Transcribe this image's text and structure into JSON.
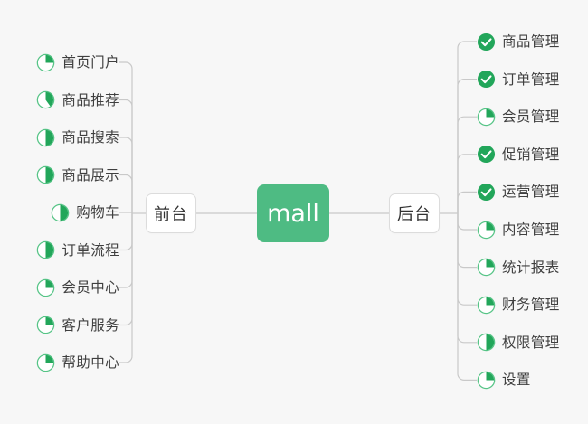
{
  "diagram": {
    "title": "mall",
    "type": "mind-map",
    "background_color": "#f7f7f7",
    "accent_color": "#4ebb83",
    "check_color": "#22a65a",
    "ring_color": "#56c486",
    "connector_color": "#c9c9c9",
    "text_color": "#3f3f3f"
  },
  "root": {
    "label": "mall"
  },
  "branches": {
    "left": {
      "node_label": "前台",
      "items": [
        {
          "label": "首页门户",
          "icon": "pie-quarter-icon",
          "icon_type": "pie",
          "progress": 25
        },
        {
          "label": "商品推荐",
          "icon": "pie-two-fifths-icon",
          "icon_type": "pie",
          "progress": 40
        },
        {
          "label": "商品搜索",
          "icon": "pie-half-icon",
          "icon_type": "pie",
          "progress": 50
        },
        {
          "label": "商品展示",
          "icon": "pie-half-icon",
          "icon_type": "pie",
          "progress": 50
        },
        {
          "label": "购物车",
          "icon": "pie-half-icon",
          "icon_type": "pie",
          "progress": 50
        },
        {
          "label": "订单流程",
          "icon": "pie-half-icon",
          "icon_type": "pie",
          "progress": 50
        },
        {
          "label": "会员中心",
          "icon": "pie-quarter-icon",
          "icon_type": "pie",
          "progress": 25
        },
        {
          "label": "客户服务",
          "icon": "pie-quarter-icon",
          "icon_type": "pie",
          "progress": 25
        },
        {
          "label": "帮助中心",
          "icon": "pie-quarter-icon",
          "icon_type": "pie",
          "progress": 25
        }
      ]
    },
    "right": {
      "node_label": "后台",
      "items": [
        {
          "label": "商品管理",
          "icon": "check-circle-icon",
          "icon_type": "check",
          "progress": 100
        },
        {
          "label": "订单管理",
          "icon": "check-circle-icon",
          "icon_type": "check",
          "progress": 100
        },
        {
          "label": "会员管理",
          "icon": "pie-quarter-icon",
          "icon_type": "pie",
          "progress": 25
        },
        {
          "label": "促销管理",
          "icon": "check-circle-icon",
          "icon_type": "check",
          "progress": 100
        },
        {
          "label": "运营管理",
          "icon": "check-circle-icon",
          "icon_type": "check",
          "progress": 100
        },
        {
          "label": "内容管理",
          "icon": "pie-quarter-icon",
          "icon_type": "pie",
          "progress": 25
        },
        {
          "label": "统计报表",
          "icon": "pie-quarter-icon",
          "icon_type": "pie",
          "progress": 25
        },
        {
          "label": "财务管理",
          "icon": "pie-quarter-icon",
          "icon_type": "pie",
          "progress": 25
        },
        {
          "label": "权限管理",
          "icon": "pie-half-icon",
          "icon_type": "pie",
          "progress": 50
        },
        {
          "label": "设置",
          "icon": "pie-quarter-icon",
          "icon_type": "pie",
          "progress": 25
        }
      ]
    }
  }
}
